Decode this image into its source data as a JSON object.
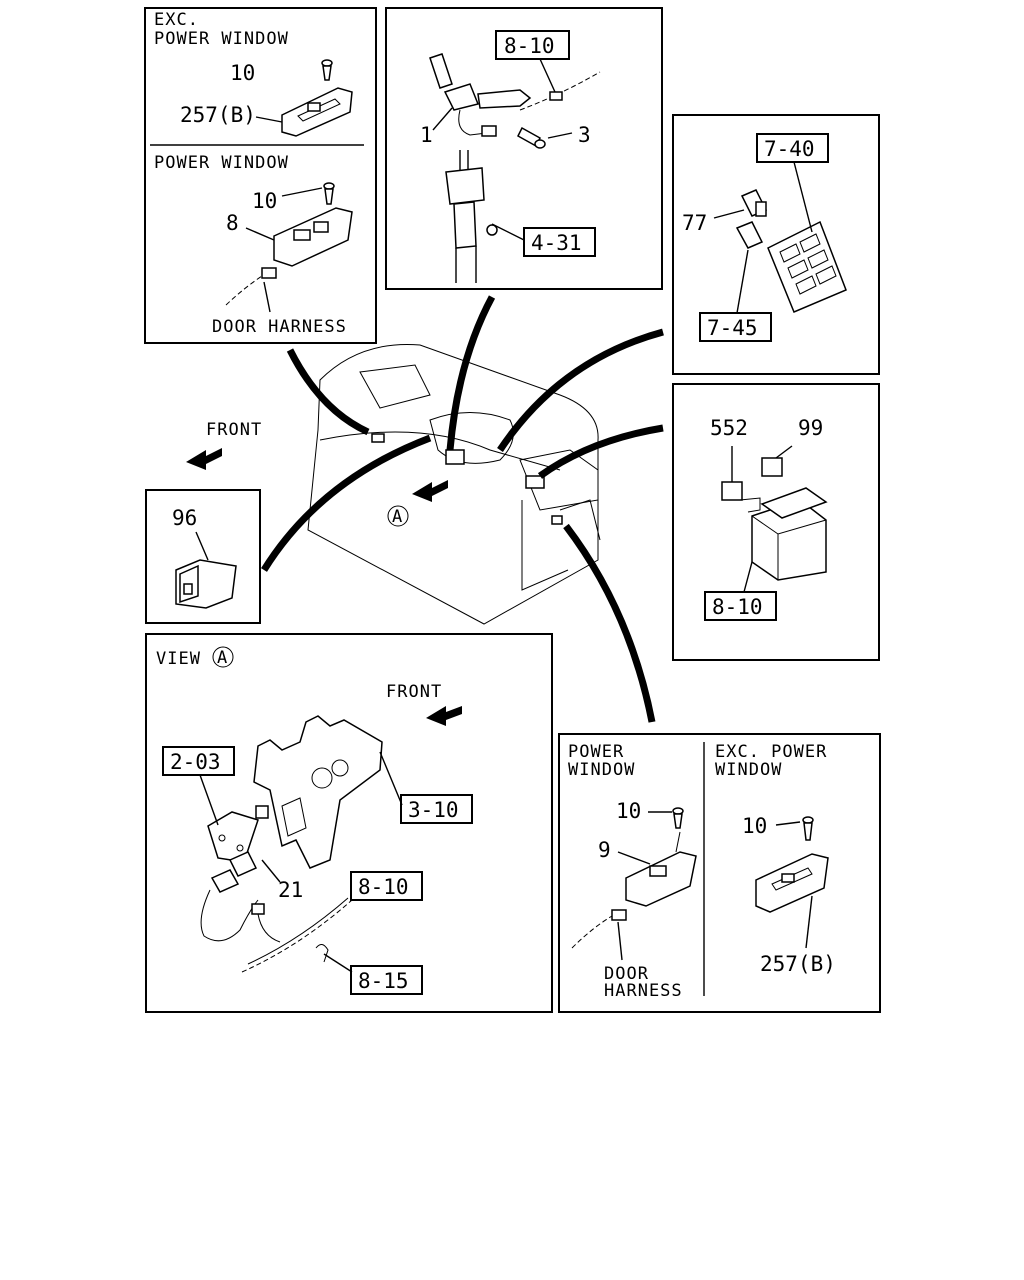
{
  "panels": {
    "top_left": {
      "exc_line1": "EXC.",
      "exc_line2": "POWER WINDOW",
      "power_window": "POWER WINDOW",
      "door_harness": "DOOR HARNESS",
      "callouts": {
        "c10a": "10",
        "c257b": "257(B)",
        "c10b": "10",
        "c8": "8"
      }
    },
    "top_center": {
      "refs": {
        "r810": "8-10",
        "r431": "4-31"
      },
      "callouts": {
        "c1": "1",
        "c3": "3"
      }
    },
    "right_top": {
      "refs": {
        "r740": "7-40",
        "r745": "7-45"
      },
      "callouts": {
        "c77": "77"
      }
    },
    "right_mid": {
      "refs": {
        "r810": "8-10"
      },
      "callouts": {
        "c552": "552",
        "c99": "99"
      }
    },
    "left_small": {
      "callouts": {
        "c96": "96"
      }
    },
    "center": {
      "front": "FRONT",
      "view_marker": "A"
    },
    "view_a": {
      "title": "VIEW",
      "marker": "A",
      "front": "FRONT",
      "refs": {
        "r203": "2-03",
        "r310": "3-10",
        "r810": "8-10",
        "r815": "8-15"
      },
      "callouts": {
        "c21": "21"
      }
    },
    "bottom_right": {
      "pw_line1": "POWER",
      "pw_line2": "WINDOW",
      "exc_line1": "EXC. POWER",
      "exc_line2": "WINDOW",
      "door_line1": "DOOR",
      "door_line2": "HARNESS",
      "callouts": {
        "c10a": "10",
        "c9": "9",
        "c10b": "10",
        "c257b": "257(B)"
      }
    }
  }
}
